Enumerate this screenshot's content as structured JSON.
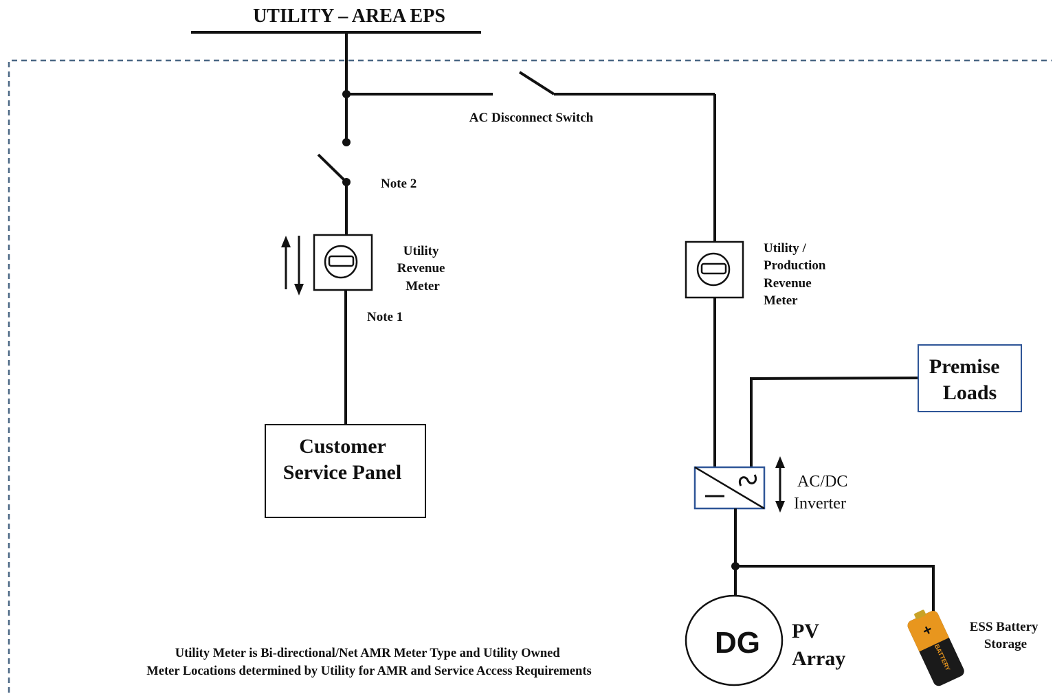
{
  "title": "UTILITY – AREA EPS",
  "labels": {
    "ac_disconnect": "AC Disconnect Switch",
    "note2": "Note 2",
    "note1": "Note 1",
    "utility_meter": [
      "Utility",
      "Revenue",
      "Meter"
    ],
    "production_meter": [
      "Utility /",
      "Production",
      "Revenue",
      "Meter"
    ],
    "service_panel": [
      "Customer",
      "Service Panel"
    ],
    "premise_loads": [
      "Premise",
      "Loads"
    ],
    "inverter": [
      "AC/DC",
      "Inverter"
    ],
    "dg": "DG",
    "pv_array": [
      "PV",
      "Array"
    ],
    "ess": [
      "ESS Battery",
      "Storage"
    ],
    "battery_text": "BATTERY",
    "battery_plus": "+",
    "footnote": [
      "Utility Meter is Bi-directional/Net AMR Meter Type and Utility Owned",
      "Meter Locations determined by Utility for AMR and Service Access Requirements"
    ]
  },
  "colors": {
    "line": "#111111",
    "boundary": "#4a6784",
    "box_blue": "#2e5597",
    "battery_body": "#1a1a1a",
    "battery_band": "#e8961e",
    "battery_cap": "#c9a227"
  }
}
